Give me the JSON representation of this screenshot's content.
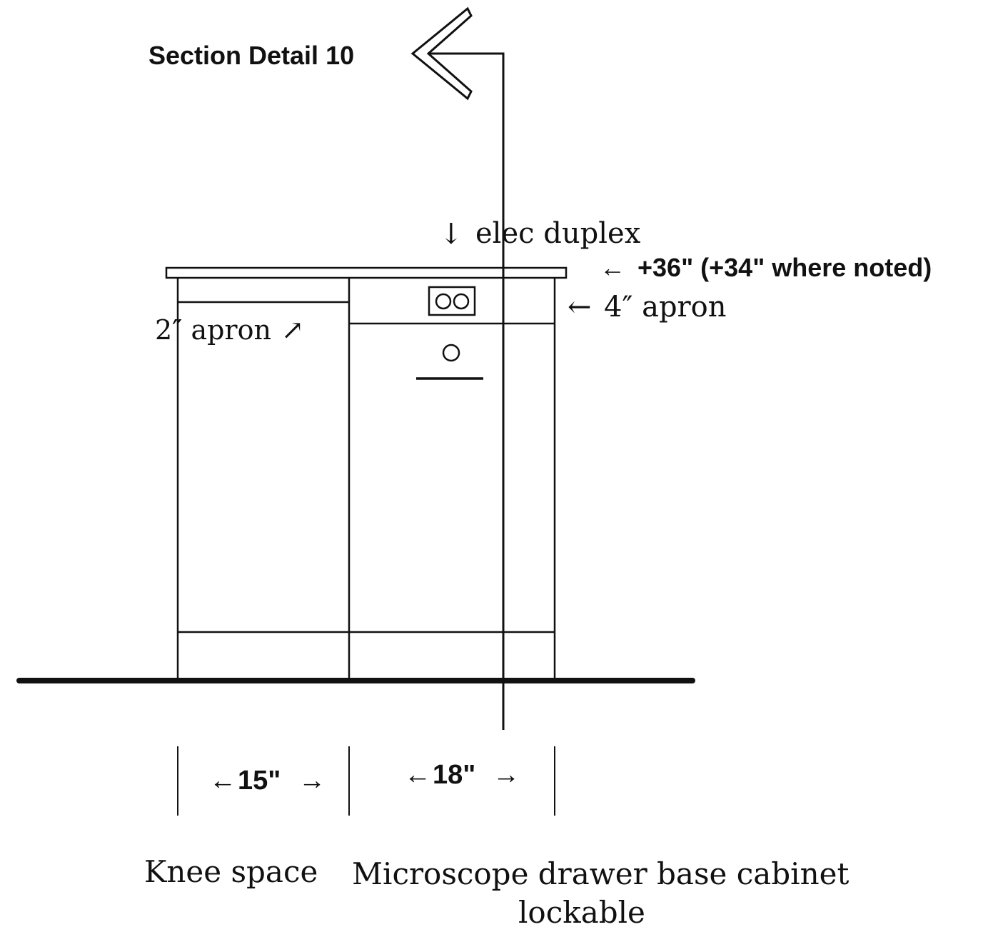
{
  "section_marker": {
    "label": "Section Detail 10"
  },
  "annotations": {
    "elec_duplex": "elec duplex",
    "counter_height": "+36\" (+34\" where noted)",
    "apron_4": "4″ apron",
    "apron_2": "2″ apron"
  },
  "dimensions": {
    "left_width": "15\"",
    "right_width": "18\""
  },
  "labels": {
    "knee_space": "Knee space",
    "cabinet_line1": "Microscope drawer base cabinet",
    "cabinet_line2": "lockable"
  },
  "icons": {
    "section_arrow": "chevron-left-icon",
    "outlet": "duplex-outlet-icon",
    "knob": "drawer-knob-icon"
  },
  "colors": {
    "line": "#111111",
    "background": "#ffffff"
  }
}
